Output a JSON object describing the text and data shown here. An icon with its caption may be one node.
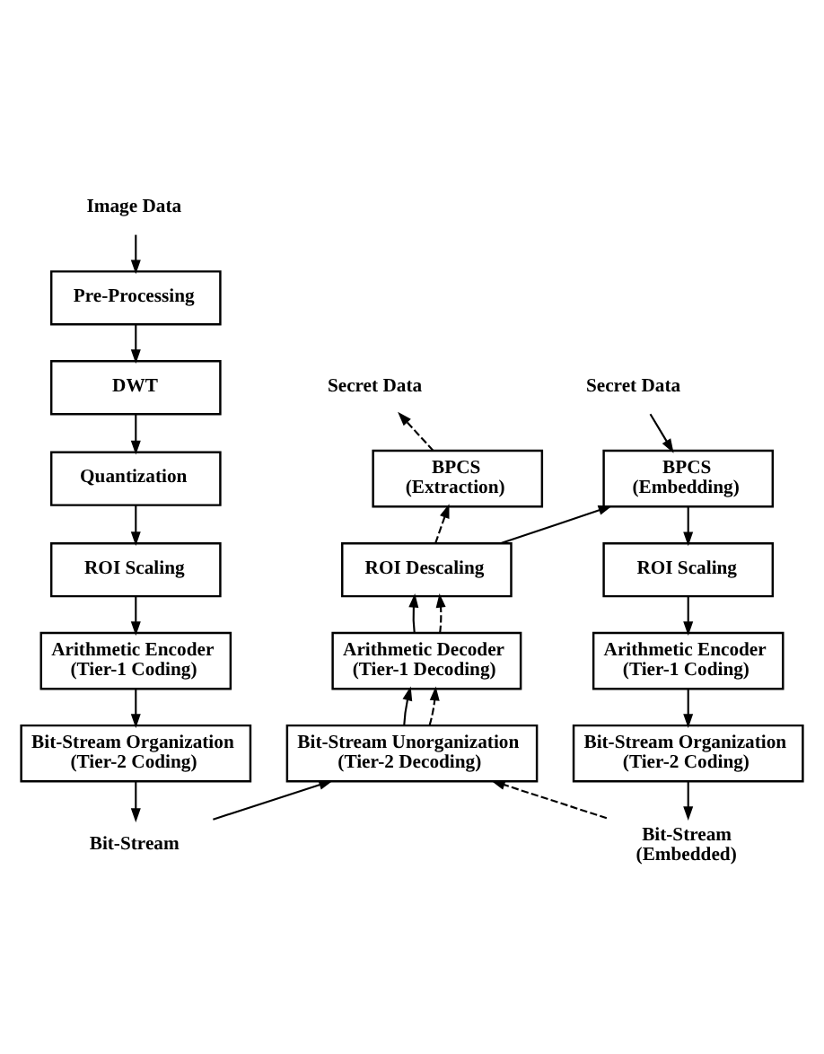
{
  "diagram": {
    "nodes": [
      {
        "text": [
          "Image Data"
        ]
      },
      {
        "text": [
          "Pre-Processing"
        ]
      },
      {
        "text": [
          "DWT"
        ]
      },
      {
        "text": [
          "Quantization"
        ]
      },
      {
        "text": [
          "ROI Scaling"
        ]
      },
      {
        "text": [
          "Arithmetic Encoder",
          "(Tier-1 Coding)"
        ]
      },
      {
        "text": [
          "Bit-Stream Organization",
          "(Tier-2 Coding)"
        ]
      },
      {
        "text": [
          "Bit-Stream"
        ]
      },
      {
        "text": [
          "Secret Data"
        ]
      },
      {
        "text": [
          "BPCS",
          "(Extraction)"
        ]
      },
      {
        "text": [
          "ROI Descaling"
        ]
      },
      {
        "text": [
          "Arithmetic Decoder",
          "(Tier-1 Decoding)"
        ]
      },
      {
        "text": [
          "Bit-Stream Unorganization",
          "(Tier-2 Decoding)"
        ]
      },
      {
        "text": [
          "Secret Data"
        ]
      },
      {
        "text": [
          "BPCS",
          "(Embedding)"
        ]
      },
      {
        "text": [
          "ROI Scaling"
        ]
      },
      {
        "text": [
          "Arithmetic Encoder",
          "(Tier-1 Coding)"
        ]
      },
      {
        "text": [
          "Bit-Stream Organization",
          "(Tier-2 Coding)"
        ]
      },
      {
        "text": [
          "Bit-Stream",
          "(Embedded)"
        ]
      }
    ],
    "edges": [
      {
        "from": 0,
        "to": 1,
        "arrow": "to"
      },
      {
        "from": 1,
        "to": 2,
        "arrow": "to"
      },
      {
        "from": 2,
        "to": 3,
        "arrow": "to"
      },
      {
        "from": 3,
        "to": 4,
        "arrow": "to"
      },
      {
        "from": 4,
        "to": 5,
        "arrow": "to"
      },
      {
        "from": 5,
        "to": 6,
        "arrow": "to"
      },
      {
        "from": 6,
        "to": 7,
        "arrow": "to"
      },
      {
        "from": 7,
        "to": 12,
        "arrow": "to"
      },
      {
        "from": 12,
        "to": 11,
        "arrow": "to"
      },
      {
        "from": 11,
        "to": 10,
        "arrow": "to"
      },
      {
        "from": 10,
        "to": 14,
        "arrow": "to"
      },
      {
        "from": 13,
        "to": 14,
        "arrow": "to"
      },
      {
        "from": 14,
        "to": 15,
        "arrow": "to"
      },
      {
        "from": 15,
        "to": 16,
        "arrow": "to"
      },
      {
        "from": 16,
        "to": 17,
        "arrow": "to"
      },
      {
        "from": 17,
        "to": 18,
        "arrow": "to"
      },
      {
        "from": 18,
        "to": 12,
        "arrow": "to",
        "style": "dashed"
      },
      {
        "from": 12,
        "to": 11,
        "arrow": "to",
        "style": "dashed"
      },
      {
        "from": 11,
        "to": 10,
        "arrow": "to",
        "style": "dashed"
      },
      {
        "from": 10,
        "to": 9,
        "arrow": "to",
        "style": "dashed"
      },
      {
        "from": 9,
        "to": 8,
        "arrow": "to",
        "style": "dashed"
      }
    ]
  }
}
